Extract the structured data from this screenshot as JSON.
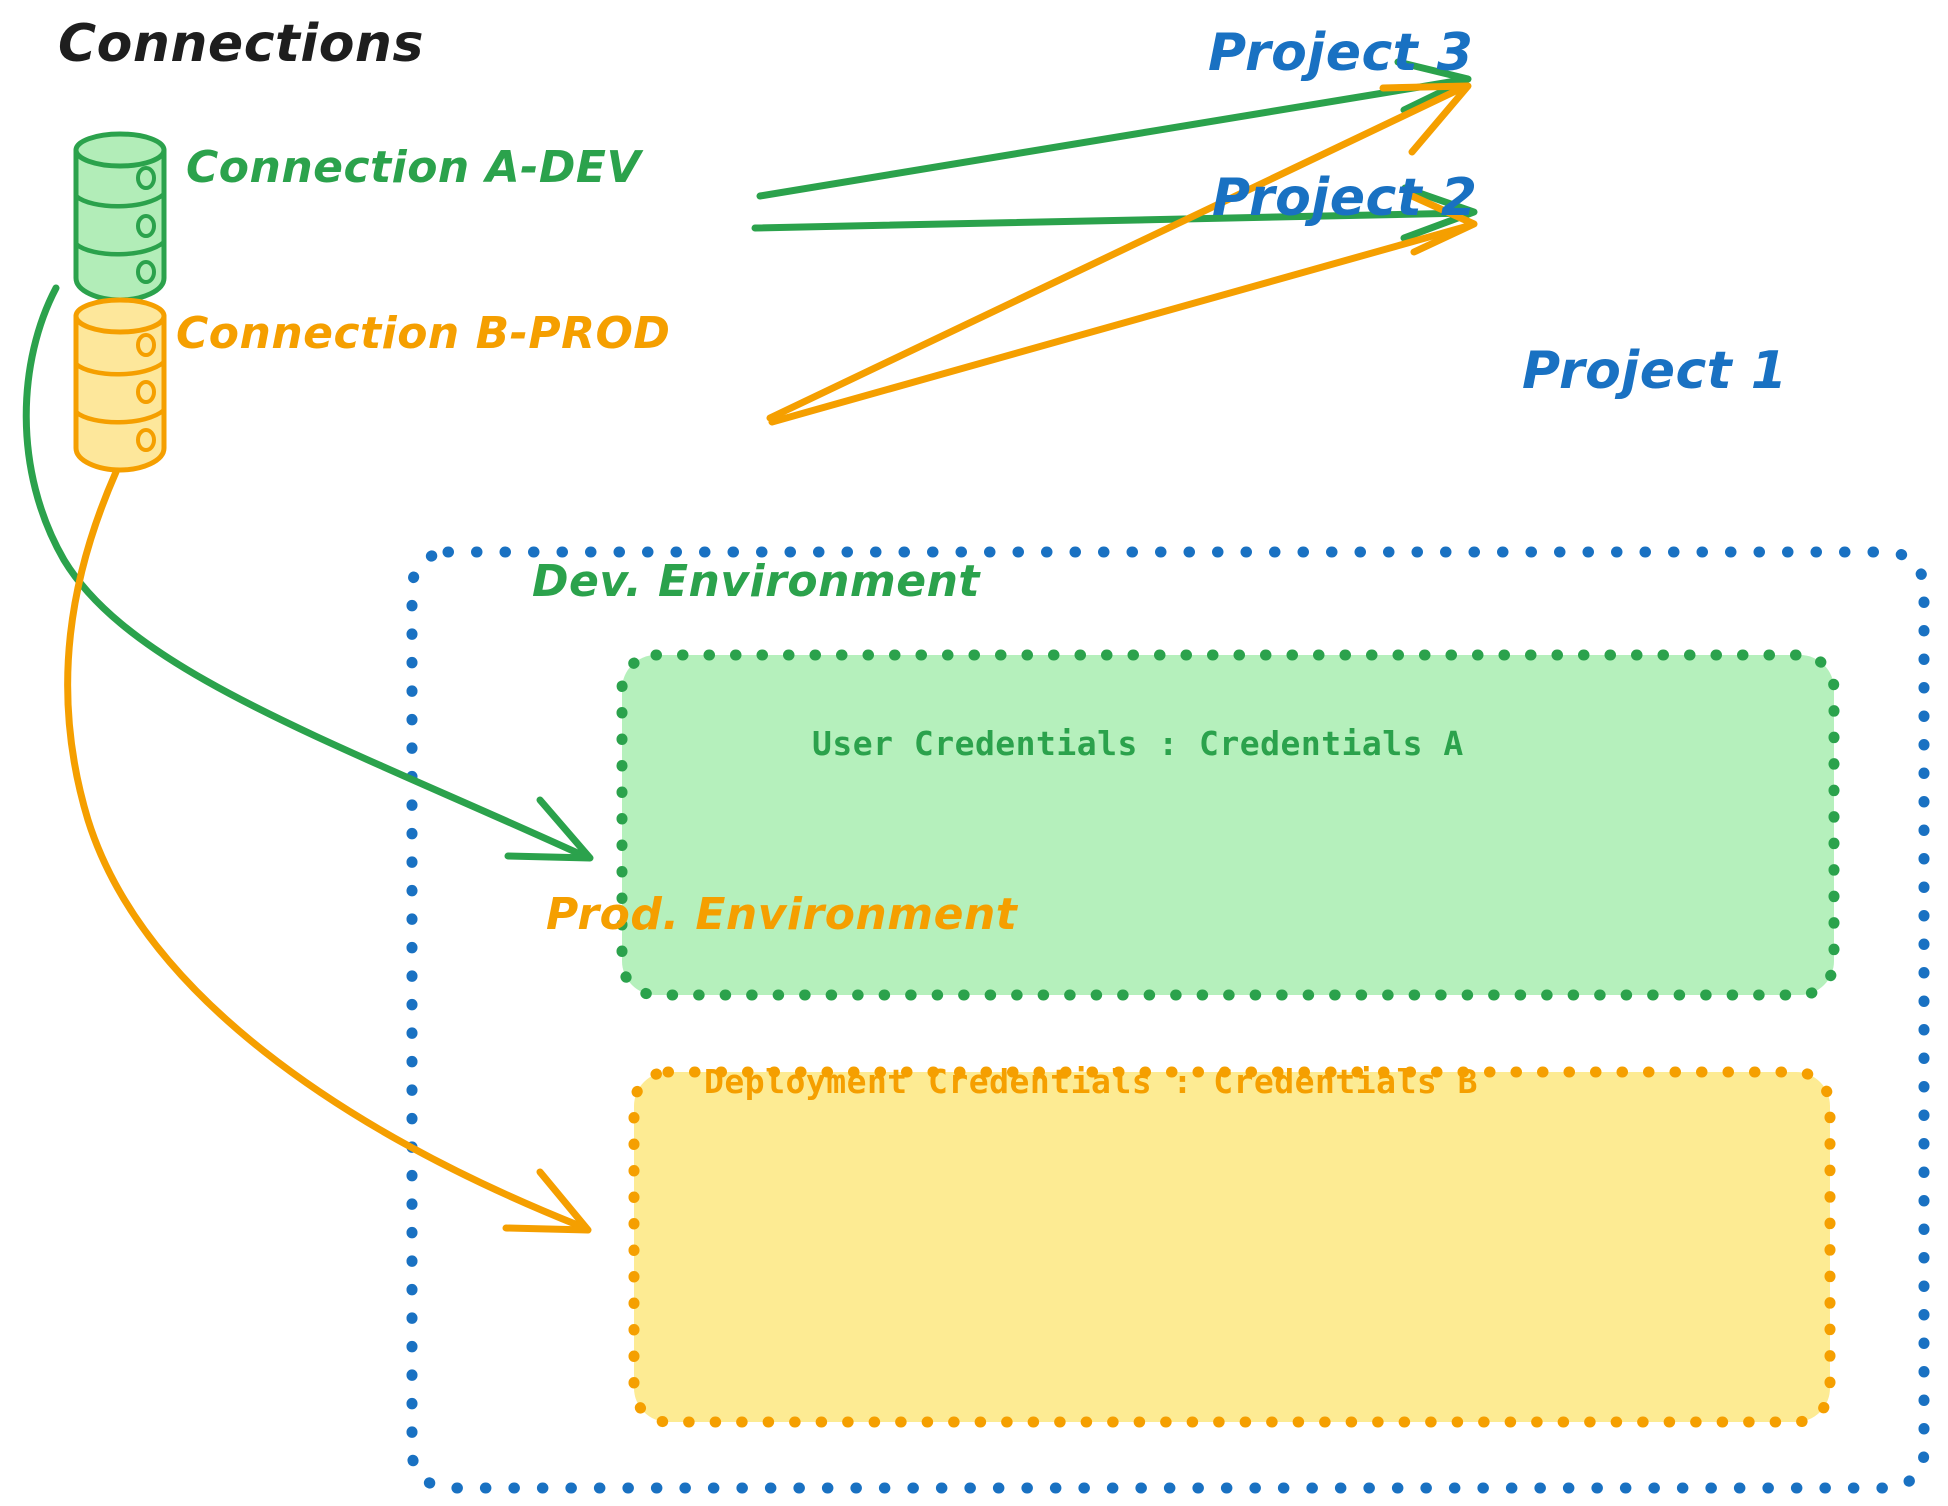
{
  "diagram": {
    "title": "Connections",
    "colors": {
      "green_stroke": "#2ba24c",
      "green_fill": "#b5f0bc",
      "orange_stroke": "#f59f00",
      "orange_fill": "#fdeb93",
      "blue": "#1971c2",
      "black": "#1e1e1e"
    },
    "connections": [
      {
        "id": "a-dev",
        "label": "Connection A-DEV",
        "color": "#2ba24c",
        "icon": "database-cylinder-icon"
      },
      {
        "id": "b-prod",
        "label": "Connection B-PROD",
        "color": "#f59f00",
        "icon": "database-cylinder-icon"
      }
    ],
    "projects": [
      {
        "id": "project-3",
        "label": "Project 3"
      },
      {
        "id": "project-2",
        "label": "Project 2"
      },
      {
        "id": "project-1",
        "label": "Project 1"
      }
    ],
    "project_1": {
      "label": "Project 1",
      "environments": [
        {
          "id": "dev",
          "title": "Dev. Environment",
          "credentials": "User Credentials : Credentials A",
          "color": "#2ba24c"
        },
        {
          "id": "prod",
          "title": "Prod. Environment",
          "credentials": "Deployment Credentials : Credentials B",
          "color": "#f59f00"
        }
      ]
    },
    "edges": [
      {
        "from": "a-dev",
        "to": "project-3",
        "color": "#2ba24c"
      },
      {
        "from": "a-dev",
        "to": "project-2",
        "color": "#2ba24c"
      },
      {
        "from": "a-dev",
        "to": "dev-environment",
        "color": "#2ba24c"
      },
      {
        "from": "b-prod",
        "to": "project-3",
        "color": "#f59f00"
      },
      {
        "from": "b-prod",
        "to": "project-2",
        "color": "#f59f00"
      },
      {
        "from": "b-prod",
        "to": "prod-environment",
        "color": "#f59f00"
      }
    ]
  }
}
